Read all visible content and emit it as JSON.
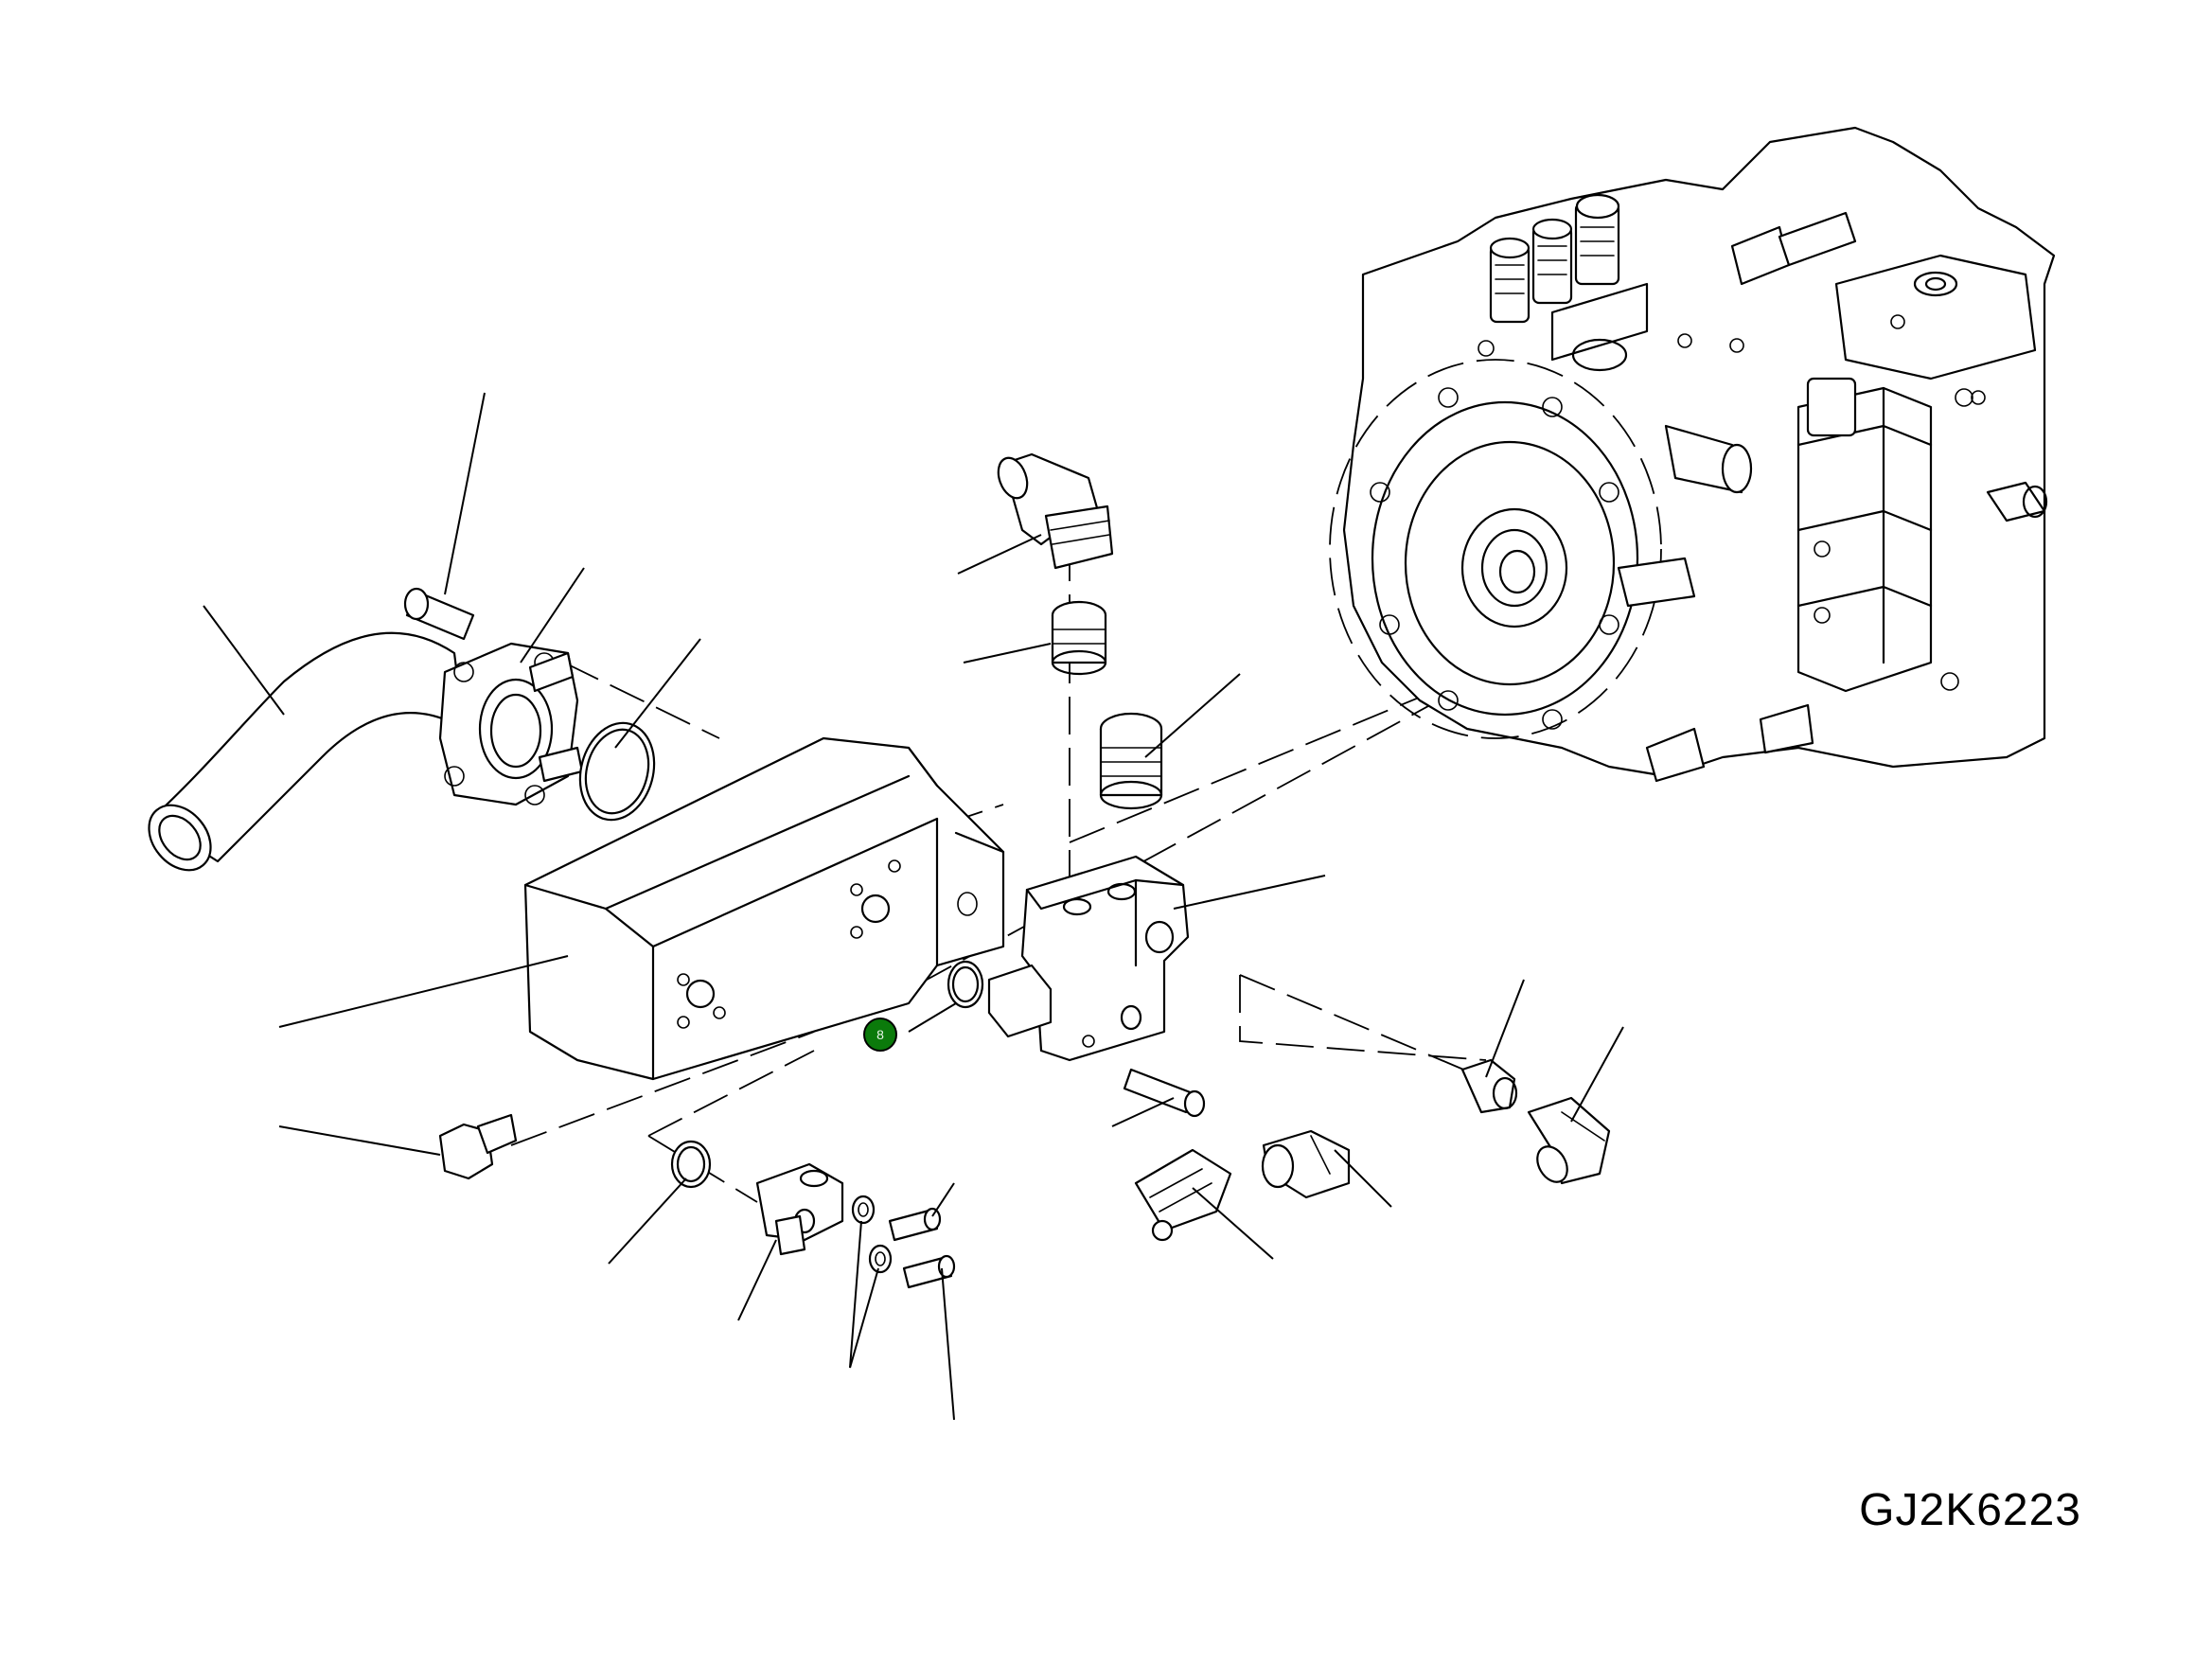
{
  "drawing": {
    "code": "GJ2K6223"
  },
  "callouts": [
    {
      "label": "8",
      "color": "#0b7a0b",
      "highlighted": true
    }
  ],
  "parts": [
    {
      "icon": "hydraulic-pump-assembly"
    },
    {
      "icon": "oil-cooler"
    },
    {
      "icon": "hose-elbow-tube"
    },
    {
      "icon": "split-flange"
    },
    {
      "icon": "o-ring"
    },
    {
      "icon": "valve-block"
    },
    {
      "icon": "elbow-fitting"
    },
    {
      "icon": "straight-adapter"
    },
    {
      "icon": "hex-bolt"
    },
    {
      "icon": "socket-head-screw"
    },
    {
      "icon": "washer"
    },
    {
      "icon": "test-coupling"
    }
  ]
}
